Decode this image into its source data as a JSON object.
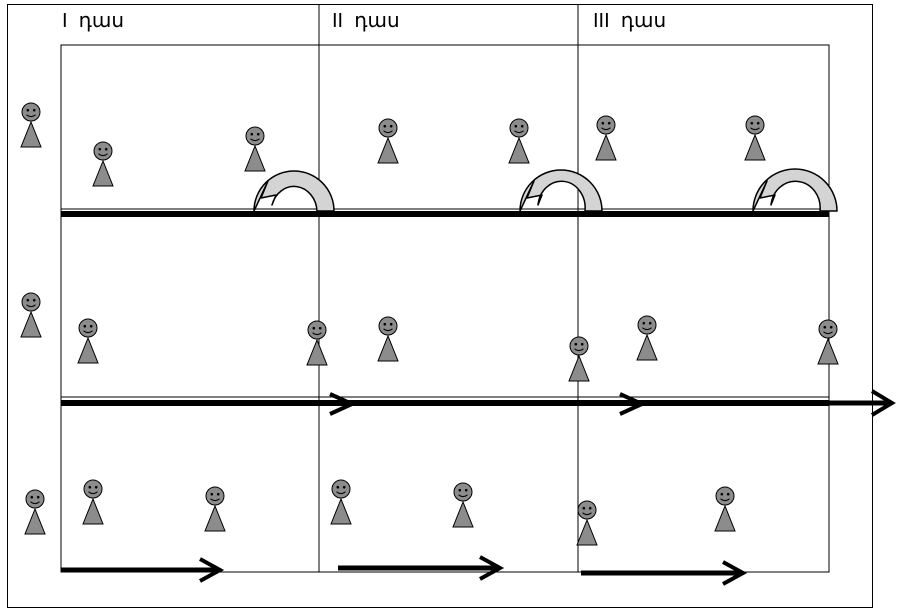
{
  "grades": [
    {
      "label": "I  դաս"
    },
    {
      "label": "II  դաս"
    },
    {
      "label": "III  դաս"
    }
  ],
  "icons": {
    "person": "smiley-person-icon",
    "jump": "curved-jump-arrow-icon",
    "arrow": "right-arrow-icon"
  },
  "colors": {
    "person_fill": "#8c8c8c",
    "jump_fill": "#d4d4d4",
    "line": "#000000"
  }
}
